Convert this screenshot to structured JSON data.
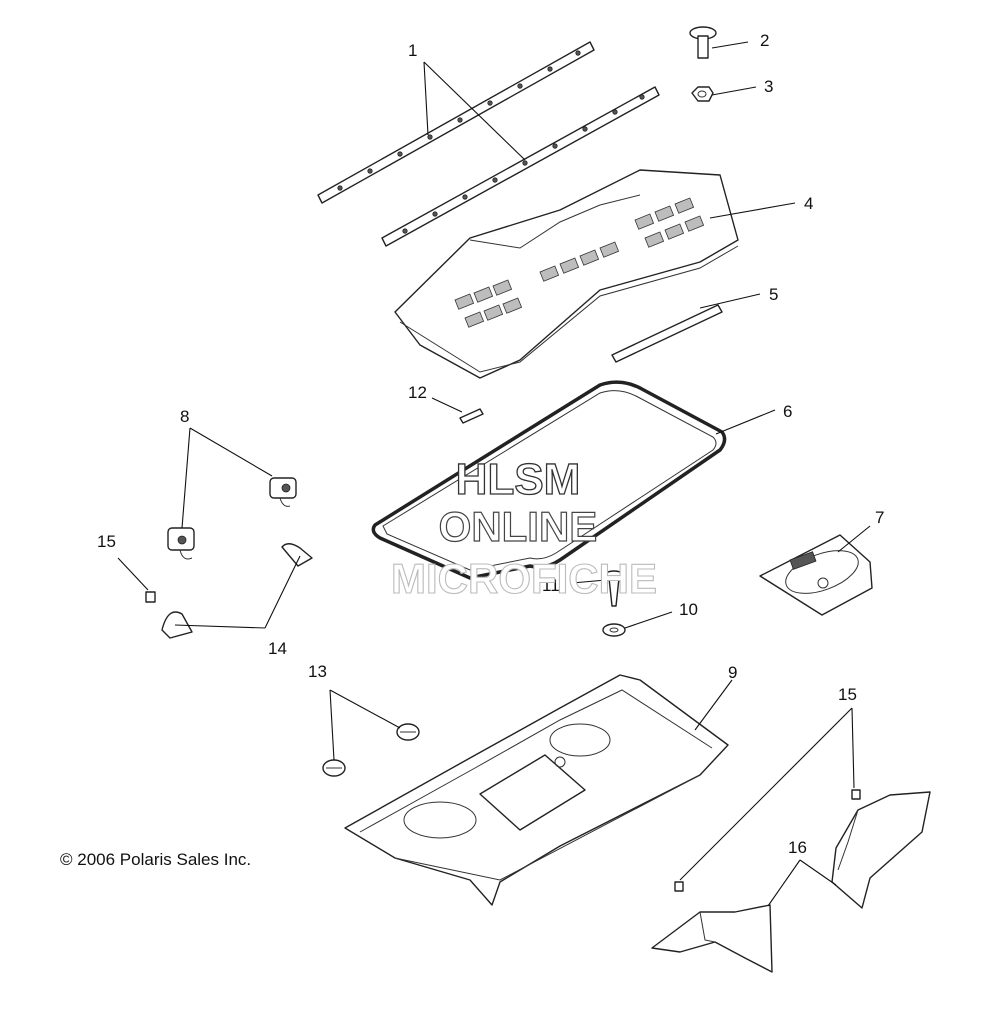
{
  "callouts": {
    "c1": "1",
    "c2": "2",
    "c3": "3",
    "c4": "4",
    "c5": "5",
    "c6": "6",
    "c7": "7",
    "c8": "8",
    "c9": "9",
    "c10": "10",
    "c11": "11",
    "c12": "12",
    "c13": "13",
    "c14": "14",
    "c15a": "15",
    "c15b": "15",
    "c16": "16"
  },
  "watermark": {
    "line1": "HLSM",
    "line2": "ONLINE",
    "line3": "MICROFICHE"
  },
  "copyright": "© 2006 Polaris Sales Inc."
}
